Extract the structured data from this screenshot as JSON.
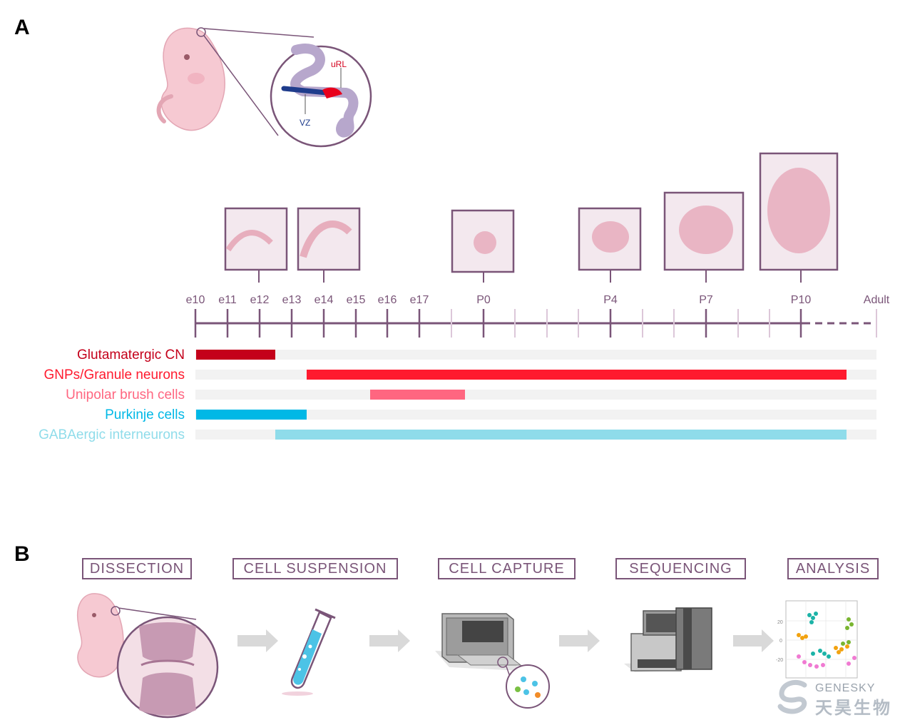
{
  "panels": {
    "a": "A",
    "b": "B"
  },
  "embryo_zoom": {
    "url_label": "uRL",
    "vz_label": "VZ"
  },
  "timeline": {
    "ticks": [
      "e10",
      "e11",
      "e12",
      "e13",
      "e14",
      "e15",
      "e16",
      "e17",
      "P0",
      "P4",
      "P7",
      "P10",
      "Adult"
    ],
    "color": "#7a5578"
  },
  "lineages": [
    {
      "name": "Glutamatergic CN",
      "color": "#c4001a",
      "start": "e10",
      "end": "e12.5"
    },
    {
      "name": "GNPs/Granule neurons",
      "color": "#ff1a2e",
      "start": "e13.5",
      "end": "P12"
    },
    {
      "name": "Unipolar brush cells",
      "color": "#ff6680",
      "start": "e15.5",
      "end": "P0-"
    },
    {
      "name": "Purkinje cells",
      "color": "#00b8e6",
      "start": "e10",
      "end": "e13.5"
    },
    {
      "name": "GABAergic interneurons",
      "color": "#8fdcea",
      "start": "e12.5",
      "end": "P12"
    }
  ],
  "workflow": {
    "steps": [
      "DISSECTION",
      "CELL SUSPENSION",
      "CELL CAPTURE",
      "SEQUENCING",
      "ANALYSIS"
    ]
  },
  "analysis_axis": {
    "ticks": [
      "20",
      "0",
      "-20"
    ]
  },
  "watermark": {
    "en": "GENESKY",
    "cn": "天昊生物"
  }
}
